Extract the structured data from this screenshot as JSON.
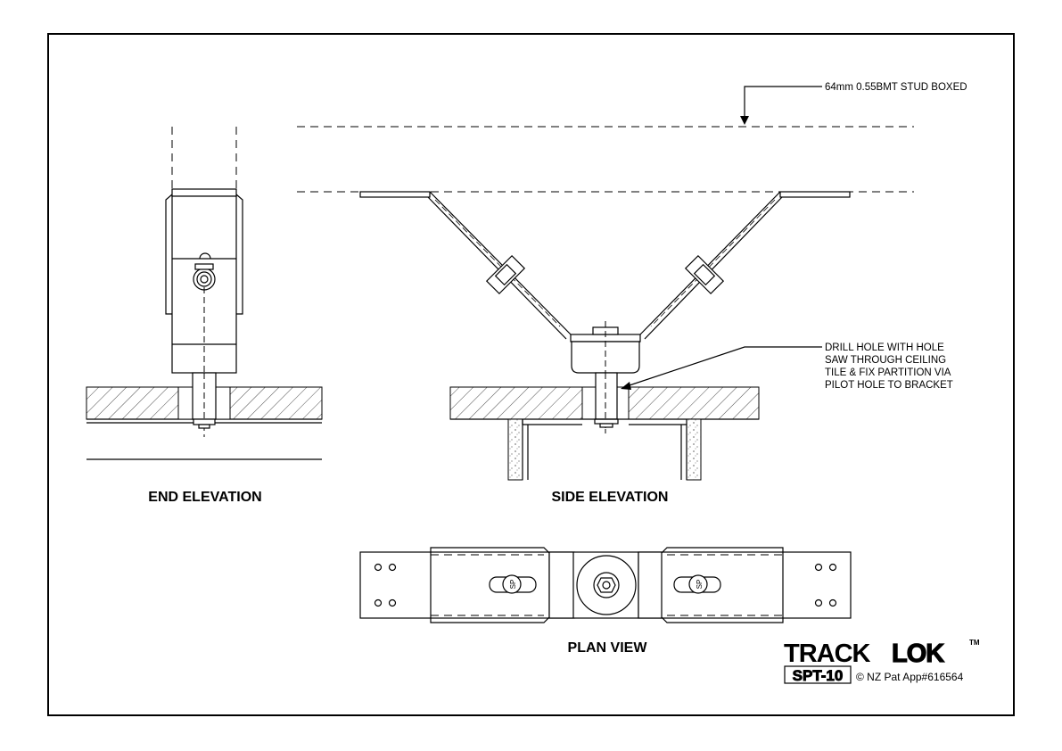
{
  "views": {
    "end_elevation": "END ELEVATION",
    "side_elevation": "SIDE ELEVATION",
    "plan_view": "PLAN VIEW"
  },
  "notes": {
    "stud": "64mm 0.55BMT STUD BOXED",
    "drill_lines": [
      "DRILL HOLE WITH HOLE",
      "SAW THROUGH CEILING",
      "TILE & FIX PARTITION VIA",
      "PILOT HOLE TO BRACKET"
    ]
  },
  "brand": {
    "name_a": "TRACK",
    "name_b": "LOK",
    "tm": "TM",
    "model": "SPT-10",
    "patent": "© NZ Pat App#616564"
  },
  "bolt_marking": "SP"
}
